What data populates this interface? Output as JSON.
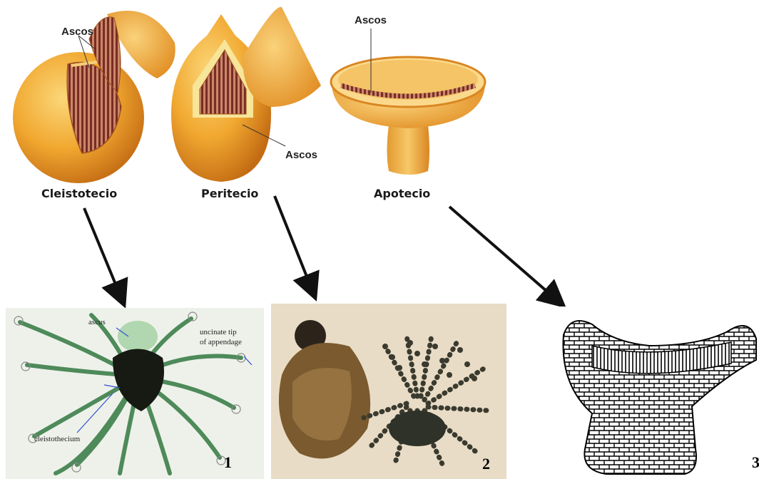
{
  "structures": {
    "cleistotecio": {
      "name": "Cleistotecio",
      "asci_label": "Ascos"
    },
    "peritecio": {
      "name": "Peritecio",
      "asci_label": "Ascos"
    },
    "apotecio": {
      "name": "Apotecio",
      "asci_label": "Ascos"
    }
  },
  "photos": {
    "p1": {
      "number": "1",
      "labels": {
        "ascus": "ascus",
        "tip_line1": "uncinate tip",
        "tip_line2": "of appendage",
        "body": "cleistothecium"
      }
    },
    "p2": {
      "number": "2"
    },
    "p3": {
      "number": "3"
    }
  },
  "colors": {
    "fruit_light": "#f6c24a",
    "fruit_mid": "#eea428",
    "fruit_dark": "#c9731a",
    "hymenium": "#8a3a2a",
    "arrow": "#111111"
  }
}
